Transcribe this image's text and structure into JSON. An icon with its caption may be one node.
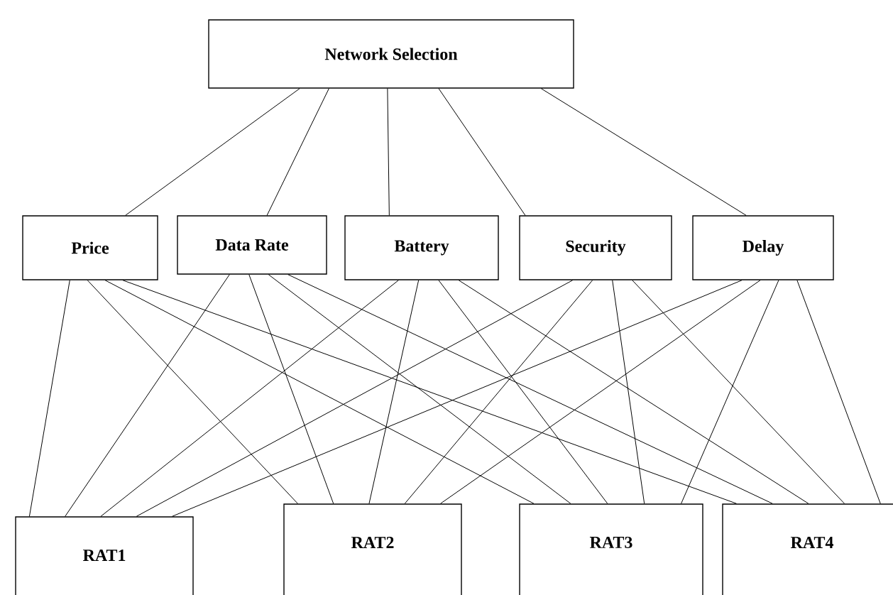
{
  "diagram": {
    "nodes": [
      {
        "text": [
          "Network Selection"
        ]
      },
      {
        "text": [
          "Price"
        ]
      },
      {
        "text": [
          "Data Rate"
        ]
      },
      {
        "text": [
          "Battery"
        ]
      },
      {
        "text": [
          "Security"
        ]
      },
      {
        "text": [
          "Delay"
        ]
      },
      {
        "text": [
          "RAT1"
        ]
      },
      {
        "text": [
          "RAT2"
        ]
      },
      {
        "text": [
          "RAT3"
        ]
      },
      {
        "text": [
          "RAT4"
        ]
      }
    ],
    "edges": [
      {
        "from": 0,
        "to": 1,
        "arrow": "none"
      },
      {
        "from": 0,
        "to": 2,
        "arrow": "none"
      },
      {
        "from": 0,
        "to": 3,
        "arrow": "none"
      },
      {
        "from": 0,
        "to": 4,
        "arrow": "none"
      },
      {
        "from": 0,
        "to": 5,
        "arrow": "none"
      },
      {
        "from": 1,
        "to": 6,
        "arrow": "none"
      },
      {
        "from": 1,
        "to": 7,
        "arrow": "none"
      },
      {
        "from": 1,
        "to": 8,
        "arrow": "none"
      },
      {
        "from": 1,
        "to": 9,
        "arrow": "none"
      },
      {
        "from": 2,
        "to": 6,
        "arrow": "none"
      },
      {
        "from": 2,
        "to": 7,
        "arrow": "none"
      },
      {
        "from": 2,
        "to": 8,
        "arrow": "none"
      },
      {
        "from": 2,
        "to": 9,
        "arrow": "none"
      },
      {
        "from": 3,
        "to": 6,
        "arrow": "none"
      },
      {
        "from": 3,
        "to": 7,
        "arrow": "none"
      },
      {
        "from": 3,
        "to": 8,
        "arrow": "none"
      },
      {
        "from": 3,
        "to": 9,
        "arrow": "none"
      },
      {
        "from": 4,
        "to": 6,
        "arrow": "none"
      },
      {
        "from": 4,
        "to": 7,
        "arrow": "none"
      },
      {
        "from": 4,
        "to": 8,
        "arrow": "none"
      },
      {
        "from": 4,
        "to": 9,
        "arrow": "none"
      },
      {
        "from": 5,
        "to": 6,
        "arrow": "none"
      },
      {
        "from": 5,
        "to": 7,
        "arrow": "none"
      },
      {
        "from": 5,
        "to": 8,
        "arrow": "none"
      },
      {
        "from": 5,
        "to": 9,
        "arrow": "none"
      }
    ]
  }
}
